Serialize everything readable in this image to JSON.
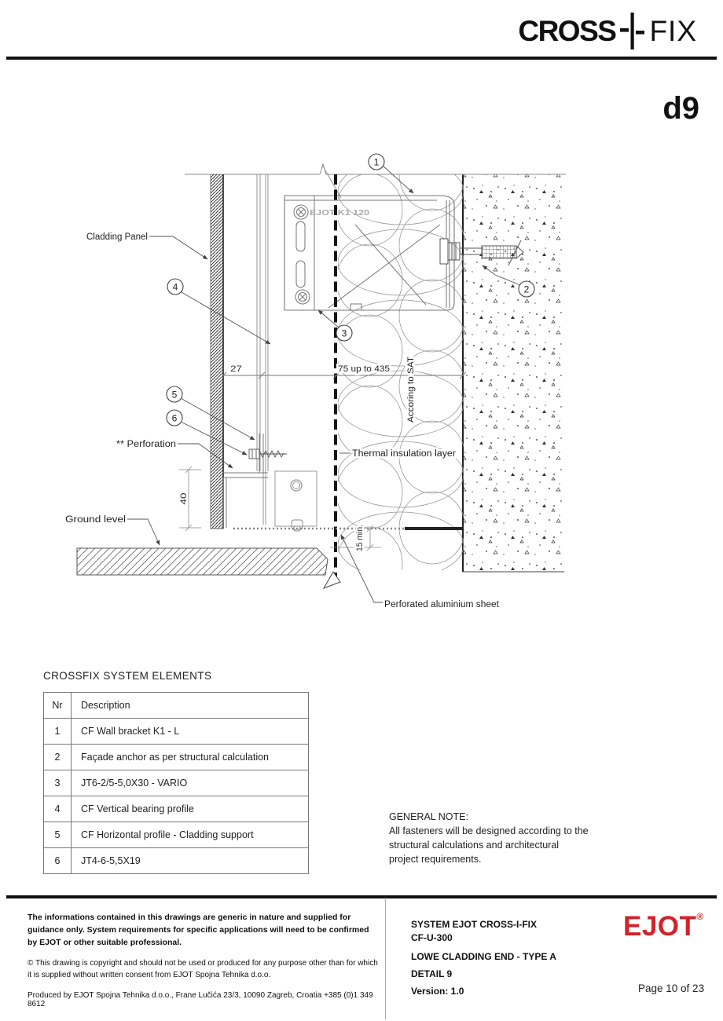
{
  "header": {
    "logo_cross": "CROSS",
    "logo_fix": "FIX",
    "detail_code": "d9"
  },
  "drawing": {
    "bracket_label": "EJOT K1 120",
    "labels": {
      "cladding_panel": "Cladding Panel",
      "perforation": "** Perforation",
      "ground_level": "Ground level",
      "thermal_insulation": "Thermal insulation layer",
      "perforated_sheet": "Perforated aluminium sheet"
    },
    "dimensions": {
      "panel_gap": "27",
      "bracket_range": "75 up to 435",
      "sat_note": "Accoring to SAT",
      "ground_clearance": "40",
      "sheet_min": "15 min."
    },
    "callouts": [
      "1",
      "2",
      "3",
      "4",
      "5",
      "6"
    ]
  },
  "elements_table": {
    "title": "CROSSFIX SYSTEM ELEMENTS",
    "headers": {
      "nr": "Nr",
      "description": "Description"
    },
    "rows": [
      {
        "nr": "1",
        "description": "CF Wall bracket K1 - L"
      },
      {
        "nr": "2",
        "description": "Façade anchor as per structural calculation"
      },
      {
        "nr": "3",
        "description": "JT6-2/5-5,0X30 - VARIO"
      },
      {
        "nr": "4",
        "description": "CF Vertical bearing profile"
      },
      {
        "nr": "5",
        "description": "CF Horizontal profile - Cladding support"
      },
      {
        "nr": "6",
        "description": "JT4-6-5,5X19"
      }
    ]
  },
  "general_note": {
    "title": "GENERAL NOTE:",
    "text": "All fasteners will be designed according to the structural calculations and architectural project requirements."
  },
  "footer": {
    "disclaimer": "The informations contained in this drawings are generic in nature and supplied for guidance only. System requirements for specific applications will need to be confirmed by EJOT or other suitable professional.",
    "copyright": "© This drawing is copyright and should not be used or produced for any purpose other than for which it is supplied without written consent from EJOT Spojna Tehnika d.o.o.",
    "produced_by": "Produced by EJOT Spojna Tehnika d.o.o., Frane Lučića 23/3, 10090 Zagreb, Croatia +385 (0)1 349 8612",
    "system_name": "SYSTEM EJOT CROSS-I-FIX",
    "system_code": "CF-U-300",
    "drawing_title": "LOWE CLADDING END - TYPE A",
    "detail_name": "DETAIL 9",
    "version": "Version: 1.0",
    "brand": "EJOT",
    "registered": "®",
    "page": "Page 10 of 23"
  },
  "colors": {
    "brand_red": "#D2232A",
    "drawing_line": "#777777"
  }
}
